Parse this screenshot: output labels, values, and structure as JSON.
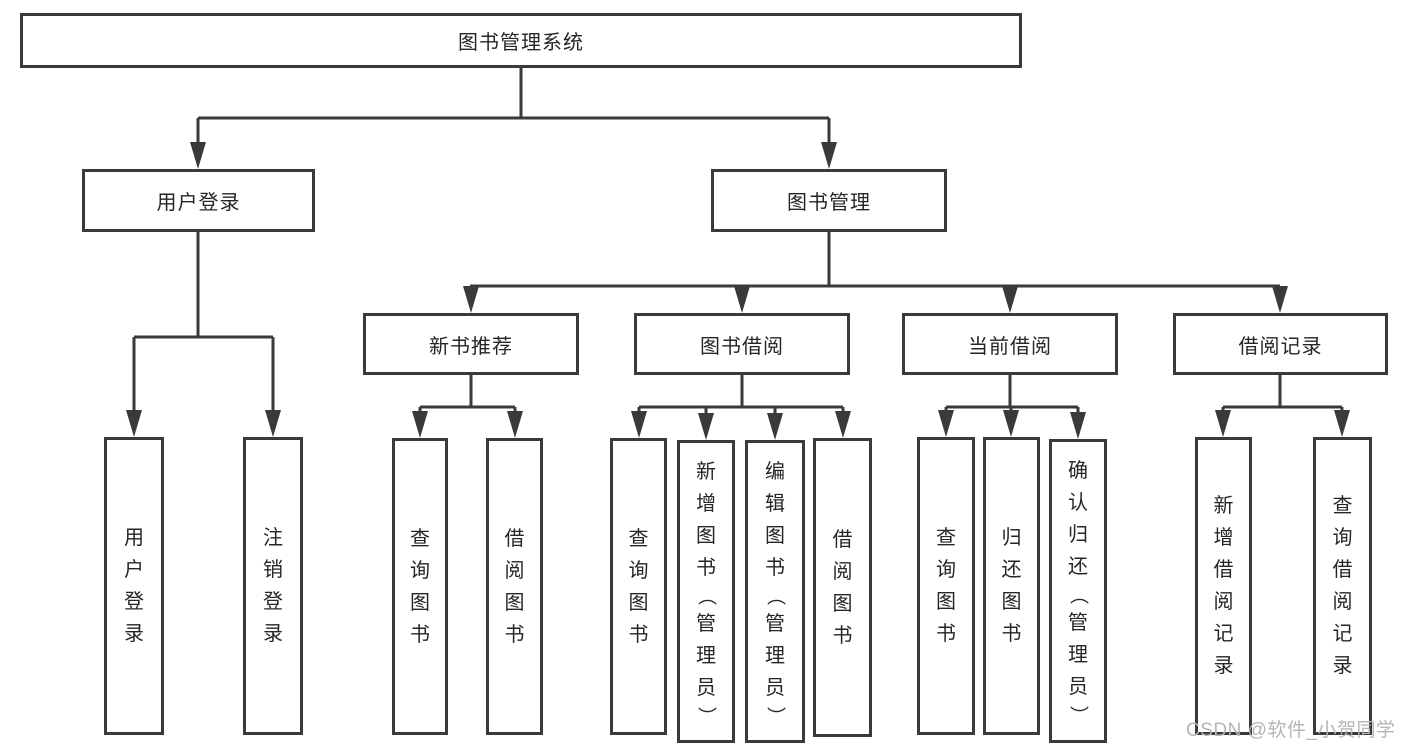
{
  "diagram": {
    "type": "tree",
    "root": {
      "label": "图书管理系统"
    },
    "level2": [
      {
        "label": "用户登录",
        "parent": "图书管理系统"
      },
      {
        "label": "图书管理",
        "parent": "图书管理系统"
      }
    ],
    "level3": [
      {
        "label": "新书推荐",
        "parent": "图书管理"
      },
      {
        "label": "图书借阅",
        "parent": "图书管理"
      },
      {
        "label": "当前借阅",
        "parent": "图书管理"
      },
      {
        "label": "借阅记录",
        "parent": "图书管理"
      }
    ],
    "leaves": [
      {
        "label": "用户登录",
        "parent": "用户登录"
      },
      {
        "label": "注销登录",
        "parent": "用户登录"
      },
      {
        "label": "查询图书",
        "parent": "新书推荐"
      },
      {
        "label": "借阅图书",
        "parent": "新书推荐"
      },
      {
        "label": "查询图书",
        "parent": "图书借阅"
      },
      {
        "label": "新增图书（管理员）",
        "parent": "图书借阅"
      },
      {
        "label": "编辑图书（管理员）",
        "parent": "图书借阅"
      },
      {
        "label": "借阅图书",
        "parent": "图书借阅"
      },
      {
        "label": "查询图书",
        "parent": "当前借阅"
      },
      {
        "label": "归还图书",
        "parent": "当前借阅"
      },
      {
        "label": "确认归还（管理员）",
        "parent": "当前借阅"
      },
      {
        "label": "新增借阅记录",
        "parent": "借阅记录"
      },
      {
        "label": "查询借阅记录",
        "parent": "借阅记录"
      }
    ]
  },
  "watermark": "CSDN @软件_小贺同学",
  "colors": {
    "line": "#3a3a3a",
    "border": "#3a3a3a",
    "text": "#262626",
    "background": "#ffffff",
    "watermark": "#b5b5b5"
  }
}
